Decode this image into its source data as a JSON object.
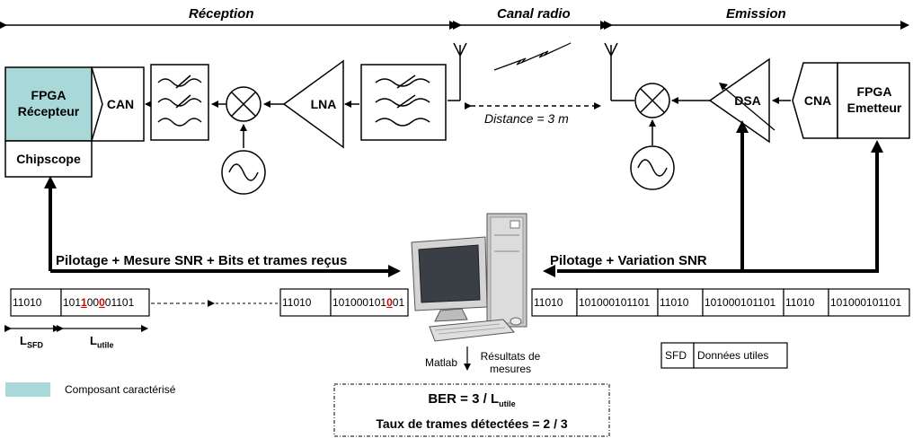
{
  "sections": {
    "reception": "Réception",
    "channel": "Canal radio",
    "emission": "Emission"
  },
  "blocks": {
    "fpga_rx": "FPGA\nRécepteur",
    "chipscope": "Chipscope",
    "can": "CAN",
    "lna": "LNA",
    "dsa": "DSA",
    "cna": "CNA",
    "fpga_tx": "FPGA\nEmetteur"
  },
  "distance": "Distance = 3 m",
  "links": {
    "rx": "Pilotage + Mesure SNR + Bits et trames reçus",
    "tx": "Pilotage + Variation SNR"
  },
  "frames": {
    "rx1": {
      "sfd": "11010",
      "data_pre": "101",
      "e1": "1",
      "mid": "00",
      "e2": "0",
      "post": "01101"
    },
    "rx2": {
      "sfd": "11010",
      "data_pre": "101000101",
      "e": "0",
      "post": "01"
    },
    "tx": [
      {
        "sfd": "11010",
        "data": "101000101101"
      },
      {
        "sfd": "11010",
        "data": "101000101101"
      },
      {
        "sfd": "11010",
        "data": "101000101101"
      }
    ]
  },
  "lengths": {
    "sfd_main": "L",
    "sfd_sub": "SFD",
    "util_main": "L",
    "util_sub": "utile"
  },
  "legend_frame": {
    "sfd": "SFD",
    "data": "Données utiles"
  },
  "legend_component": {
    "color": "#a9d8d8",
    "label": "Composant caractérisé"
  },
  "matlab": "Matlab",
  "results_label": "Résultats de\nmesures",
  "results": {
    "ber_main": "BER = 3 / L",
    "ber_sub": "utile",
    "frames_rate": "Taux de trames détectées = 2 / 3"
  }
}
